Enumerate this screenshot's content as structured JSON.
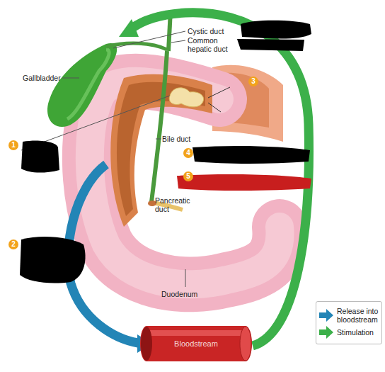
{
  "diagram": {
    "nodes": [
      {
        "text": [
          "Bloodstream"
        ]
      }
    ],
    "labels": [
      "Cystic duct",
      "Common hepatic duct",
      "Gallbladder",
      "3",
      "1",
      "Bile duct",
      "4",
      "5",
      "Pancreatic duct",
      "2",
      "Duodenum"
    ],
    "legend": [
      {
        "text": "Release into bloodstream",
        "color": "#2385b6"
      },
      {
        "text": "Stimulation",
        "color": "#3cb04a"
      }
    ]
  }
}
